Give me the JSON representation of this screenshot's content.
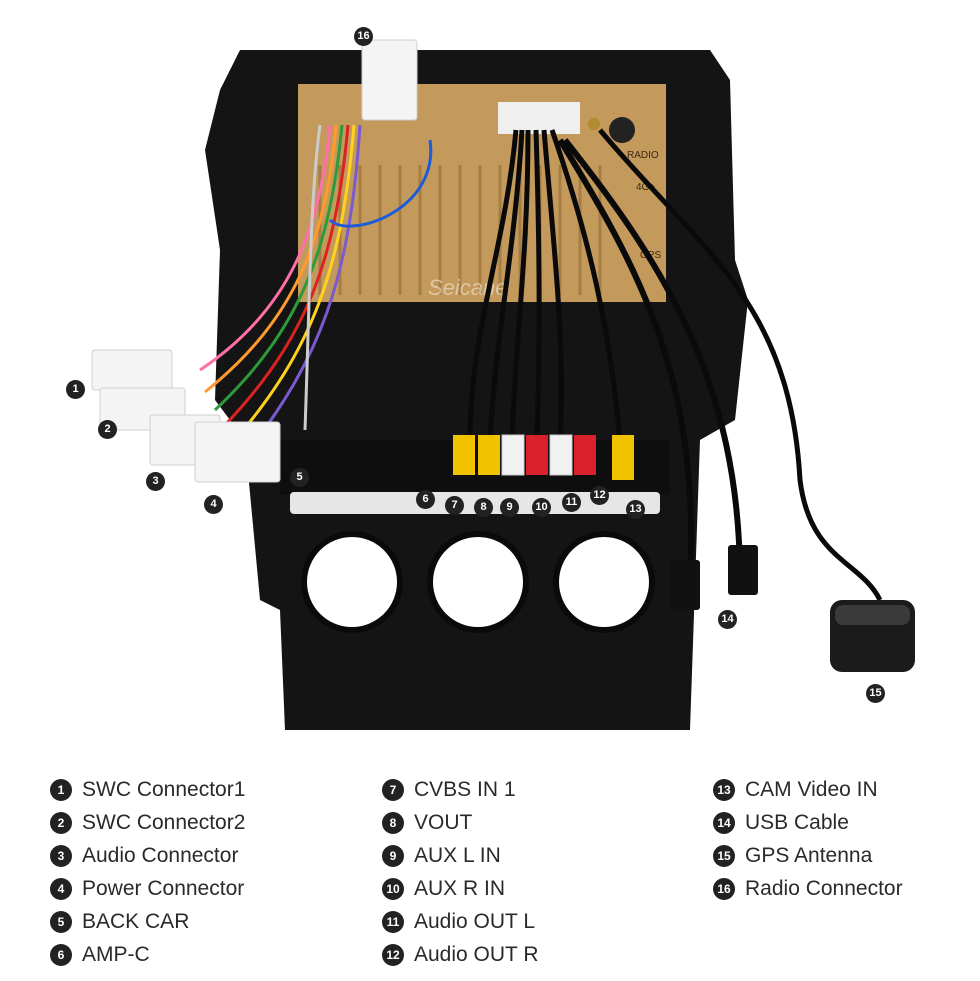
{
  "watermark": "Seicane",
  "board_labels": {
    "radio": "RADIO",
    "fourg": "4G+",
    "gps": "GPS"
  },
  "callouts": [
    "1",
    "2",
    "3",
    "4",
    "5",
    "6",
    "7",
    "8",
    "9",
    "10",
    "11",
    "12",
    "13",
    "14",
    "15",
    "16"
  ],
  "legend": {
    "col1": [
      {
        "num": "1",
        "label": "SWC Connector1"
      },
      {
        "num": "2",
        "label": "SWC Connector2"
      },
      {
        "num": "3",
        "label": "Audio Connector"
      },
      {
        "num": "4",
        "label": "Power Connector"
      },
      {
        "num": "5",
        "label": "BACK CAR"
      },
      {
        "num": "6",
        "label": "AMP-C"
      }
    ],
    "col2": [
      {
        "num": "7",
        "label": "CVBS IN 1"
      },
      {
        "num": "8",
        "label": "VOUT"
      },
      {
        "num": "9",
        "label": "AUX L IN"
      },
      {
        "num": "10",
        "label": "AUX R IN"
      },
      {
        "num": "11",
        "label": "Audio OUT L"
      },
      {
        "num": "12",
        "label": "Audio OUT R"
      }
    ],
    "col3": [
      {
        "num": "13",
        "label": "CAM Video IN"
      },
      {
        "num": "14",
        "label": "USB Cable"
      },
      {
        "num": "15",
        "label": "GPS Antenna"
      },
      {
        "num": "16",
        "label": "Radio Connector"
      }
    ]
  },
  "colors": {
    "frame": "#141414",
    "board": "#c49a5c",
    "rca_yellow": "#f2c200",
    "rca_red": "#d8212b",
    "rca_white": "#f1f1f1"
  }
}
